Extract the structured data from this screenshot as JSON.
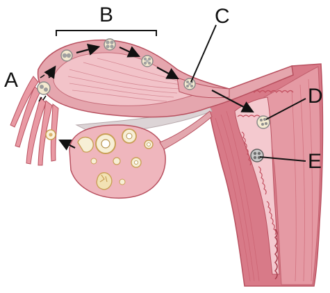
{
  "labels": {
    "a": "A",
    "b": "B",
    "c": "C",
    "d": "D",
    "e": "E"
  },
  "colors": {
    "tissue_pink": "#e9a3ab",
    "tissue_light": "#f3c7cc",
    "tissue_dark": "#c85f6d",
    "muscle_red": "#d87080",
    "ovary_fill": "#efb6bd",
    "egg_cream": "#f4ead0",
    "embryo_gray": "#9c9c9c",
    "ink": "#111111"
  }
}
